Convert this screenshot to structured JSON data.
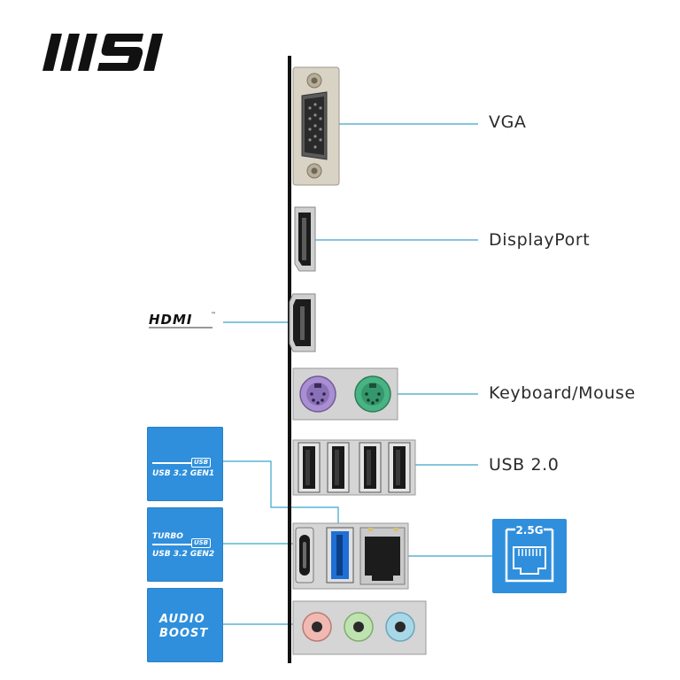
{
  "brand": {
    "logo_text": "MSI"
  },
  "labels": {
    "vga": "VGA",
    "displayport": "DisplayPort",
    "keyboard_mouse": "Keyboard/Mouse",
    "usb2": "USB 2.0"
  },
  "hdmi_logo": {
    "text": "HDMI",
    "tm": "™"
  },
  "badges": {
    "usb32gen1": {
      "box": "USB",
      "line": "USB 3.2 GEN1"
    },
    "usb32gen2": {
      "prefix": "TURBO",
      "box": "USB",
      "line": "USB 3.2 GEN2"
    },
    "audio": {
      "line1": "AUDIO",
      "line2": "BOOST"
    },
    "lan": {
      "speed": "2.5G"
    }
  },
  "colors": {
    "accent_blue": "#2f8fdc",
    "usb3_blue": "#1f6fd6",
    "ps2_purple": "#a98fd1",
    "ps2_green": "#48b383",
    "audio_pink": "#f0b9b2",
    "audio_green": "#bfe3b0",
    "audio_blue": "#a8d8e8",
    "leader_line": "#3aa4c9"
  }
}
